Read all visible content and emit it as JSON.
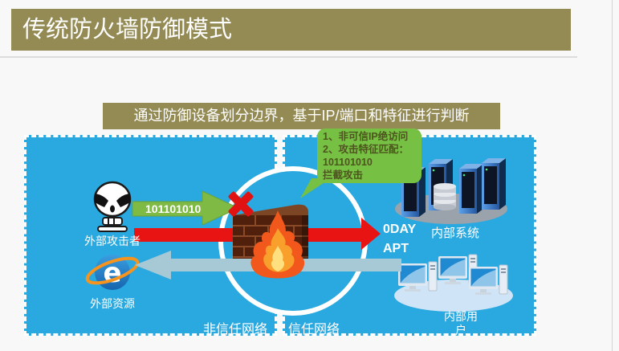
{
  "slide": {
    "title": "传统防火墙防御模式",
    "subtitle": "通过防御设备划分边界，基于IP/端口和特征进行判断"
  },
  "firewall_note": {
    "lines": [
      "1、非可信IP绝访问",
      "2、攻击特征匹配：",
      "101101010",
      "拦截攻击"
    ]
  },
  "diagram": {
    "packet_label": "101101010",
    "attack_labels": [
      "0DAY",
      "APT"
    ],
    "left_zone": {
      "attacker_label": "外部攻击者",
      "resource_label": "外部资源",
      "zone_label": "非信任网络"
    },
    "right_zone": {
      "servers_label": "内部系统",
      "users_label": "内部用户",
      "zone_label": "信任网络"
    }
  },
  "colors": {
    "banner_olive": "#948a53",
    "zone_blue": "#29a9df",
    "pass_arrow_green": "#7fba45",
    "attack_arrow_red": "#e81414",
    "return_arrow_blue_gray": "#a7c9d6",
    "note_bubble_green": "#76c043",
    "note_text_olive": "#4d541e"
  }
}
